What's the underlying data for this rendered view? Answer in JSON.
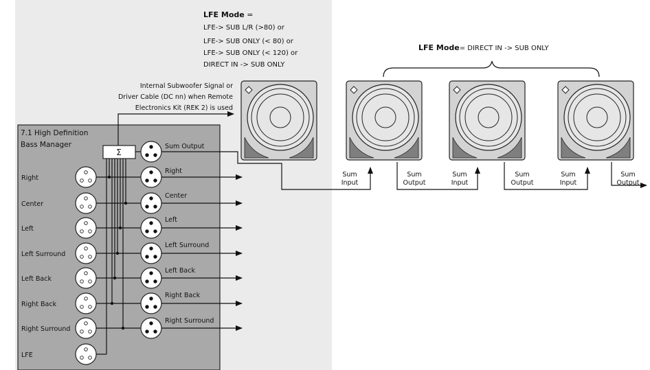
{
  "lfe_mode_left": {
    "title": "LFE Mode",
    "eq": " =",
    "lines": [
      "LFE-> SUB L/R (>80) or",
      "LFE-> SUB ONLY (< 80) or",
      "LFE-> SUB ONLY (< 120) or",
      "DIRECT IN -> SUB ONLY"
    ]
  },
  "lfe_mode_right": {
    "title": "LFE Mode",
    "value": "= DIRECT IN -> SUB ONLY"
  },
  "cable_note": [
    "Internal Subwoofer Signal or",
    "Driver Cable (DC nn) when Remote",
    "Electronics Kit  (REK 2) is used"
  ],
  "bass_manager": {
    "title_lines": [
      "7.1 High Definition",
      "Bass Manager"
    ],
    "sum_symbol": "Σ",
    "sum_output_label": "Sum Output",
    "inputs": [
      "Right",
      "Center",
      "Left",
      "Left Surround",
      "Left Back",
      "Right Back",
      "Right Surround",
      "LFE"
    ],
    "outputs": [
      "Right",
      "Center",
      "Left",
      "Left Surround",
      "Left Back",
      "Right Back",
      "Right Surround"
    ]
  },
  "chain_labels": [
    [
      "Sum",
      "Input"
    ],
    [
      "Sum",
      "Output"
    ],
    [
      "Sum",
      "Input"
    ],
    [
      "Sum",
      "Output"
    ],
    [
      "Sum",
      "Input"
    ],
    [
      "Sum",
      "Output"
    ]
  ],
  "colors": {
    "panel_bg": "#ebebeb",
    "manager_bg": "#a9a9a9",
    "speaker_frame": "#d3d3d3",
    "speaker_corner": "#7f7f7f",
    "line": "#111111"
  }
}
